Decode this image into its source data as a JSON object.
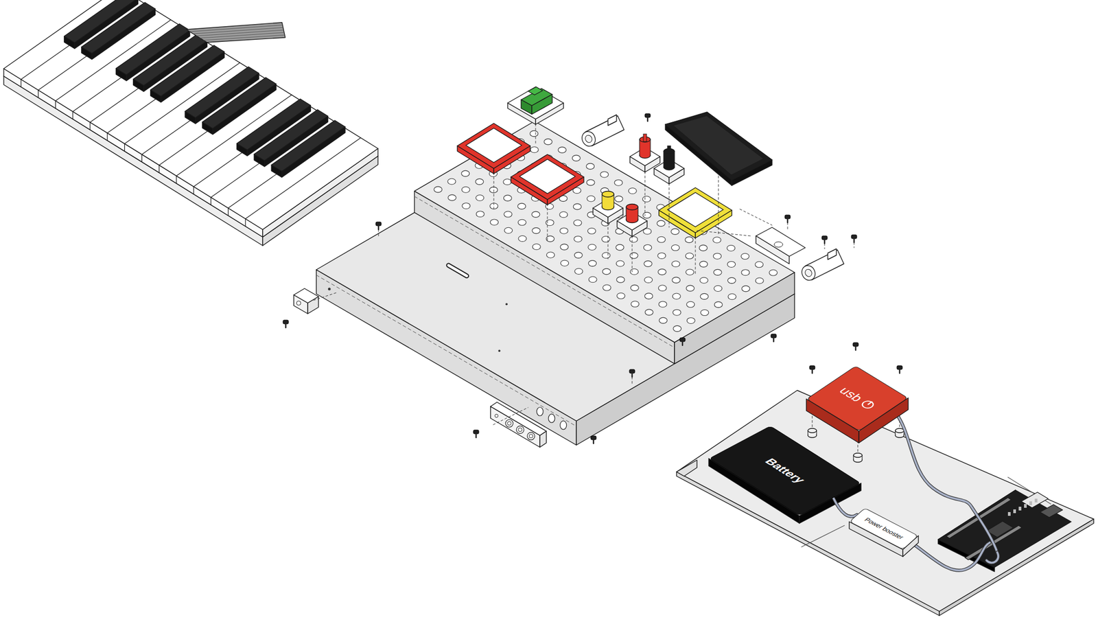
{
  "diagram": {
    "nodes": [
      {
        "text": [
          "usb"
        ]
      },
      {
        "text": [
          "Battery"
        ]
      },
      {
        "text": [
          "Power booster"
        ]
      }
    ],
    "edges": [
      {
        "from": 1,
        "to": 2,
        "arrow": "none"
      }
    ]
  }
}
